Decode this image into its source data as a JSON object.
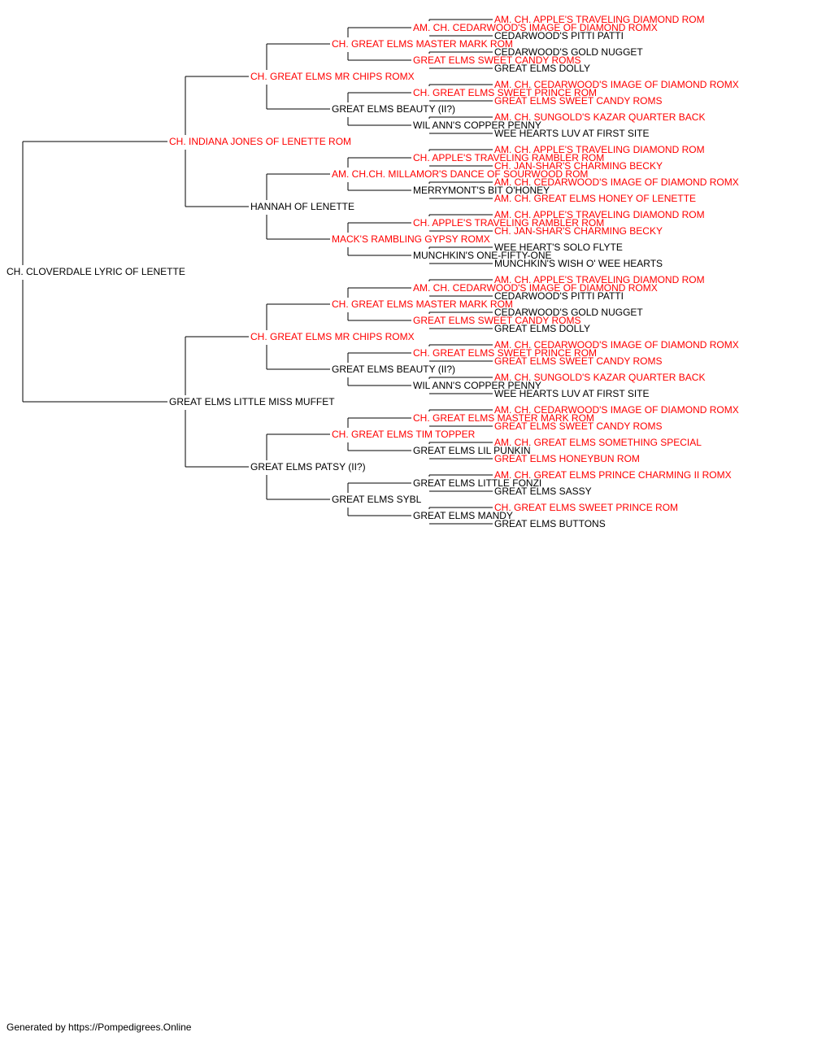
{
  "colors": {
    "champion": "#ff0000",
    "normal": "#000000",
    "line": "#000000"
  },
  "pedigree": {
    "name": "CH. CLOVERDALE LYRIC OF LENETTE",
    "red": false,
    "sire": {
      "name": "CH. INDIANA JONES OF LENETTE ROM",
      "red": true,
      "sire": {
        "name": "CH. GREAT ELMS MR CHIPS ROMX",
        "red": true,
        "sire": {
          "name": "CH. GREAT ELMS MASTER MARK ROM",
          "red": true,
          "sire": {
            "name": "AM. CH. CEDARWOOD'S IMAGE OF DIAMOND ROMX",
            "red": true,
            "sire": {
              "name": "AM. CH. APPLE'S TRAVELING DIAMOND ROM",
              "red": true
            },
            "dam": {
              "name": "CEDARWOOD'S PITTI PATTI",
              "red": false
            }
          },
          "dam": {
            "name": "GREAT ELMS SWEET CANDY ROMS",
            "red": true,
            "sire": {
              "name": "CEDARWOOD'S GOLD NUGGET",
              "red": false
            },
            "dam": {
              "name": "GREAT ELMS DOLLY",
              "red": false
            }
          }
        },
        "dam": {
          "name": "GREAT ELMS BEAUTY (II?)",
          "red": false,
          "sire": {
            "name": "CH. GREAT ELMS SWEET PRINCE ROM",
            "red": true,
            "sire": {
              "name": "AM. CH. CEDARWOOD'S IMAGE OF DIAMOND ROMX",
              "red": true
            },
            "dam": {
              "name": "GREAT ELMS SWEET CANDY ROMS",
              "red": true
            }
          },
          "dam": {
            "name": "WIL ANN'S COPPER PENNY",
            "red": false,
            "sire": {
              "name": "AM. CH. SUNGOLD'S KAZAR QUARTER BACK",
              "red": true
            },
            "dam": {
              "name": "WEE HEARTS LUV AT FIRST SITE",
              "red": false
            }
          }
        }
      },
      "dam": {
        "name": "HANNAH OF LENETTE",
        "red": false,
        "sire": {
          "name": "AM. CH.CH. MILLAMOR'S DANCE OF SOURWOOD ROM",
          "red": true,
          "sire": {
            "name": "CH. APPLE'S TRAVELING RAMBLER ROM",
            "red": true,
            "sire": {
              "name": "AM. CH. APPLE'S TRAVELING DIAMOND ROM",
              "red": true
            },
            "dam": {
              "name": "CH. JAN-SHAR'S CHARMING BECKY",
              "red": true
            }
          },
          "dam": {
            "name": "MERRYMONT'S BIT O'HONEY",
            "red": false,
            "sire": {
              "name": "AM. CH. CEDARWOOD'S IMAGE OF DIAMOND ROMX",
              "red": true
            },
            "dam": {
              "name": "AM. CH. GREAT ELMS HONEY OF LENETTE",
              "red": true
            }
          }
        },
        "dam": {
          "name": "MACK'S RAMBLING GYPSY ROMX",
          "red": true,
          "sire": {
            "name": "CH. APPLE'S TRAVELING RAMBLER ROM",
            "red": true,
            "sire": {
              "name": "AM. CH. APPLE'S TRAVELING DIAMOND ROM",
              "red": true
            },
            "dam": {
              "name": "CH. JAN-SHAR'S CHARMING BECKY",
              "red": true
            }
          },
          "dam": {
            "name": "MUNCHKIN'S ONE-FIFTY-ONE",
            "red": false,
            "sire": {
              "name": "WEE HEART'S SOLO FLYTE",
              "red": false
            },
            "dam": {
              "name": "MUNCHKIN'S WISH O' WEE HEARTS",
              "red": false
            }
          }
        }
      }
    },
    "dam": {
      "name": "GREAT ELMS LITTLE MISS MUFFET",
      "red": false,
      "sire": {
        "name": "CH. GREAT ELMS MR CHIPS ROMX",
        "red": true,
        "sire": {
          "name": "CH. GREAT ELMS MASTER MARK ROM",
          "red": true,
          "sire": {
            "name": "AM. CH. CEDARWOOD'S IMAGE OF DIAMOND ROMX",
            "red": true,
            "sire": {
              "name": "AM. CH. APPLE'S TRAVELING DIAMOND ROM",
              "red": true
            },
            "dam": {
              "name": "CEDARWOOD'S PITTI PATTI",
              "red": false
            }
          },
          "dam": {
            "name": "GREAT ELMS SWEET CANDY ROMS",
            "red": true,
            "sire": {
              "name": "CEDARWOOD'S GOLD NUGGET",
              "red": false
            },
            "dam": {
              "name": "GREAT ELMS DOLLY",
              "red": false
            }
          }
        },
        "dam": {
          "name": "GREAT ELMS BEAUTY (II?)",
          "red": false,
          "sire": {
            "name": "CH. GREAT ELMS SWEET PRINCE ROM",
            "red": true,
            "sire": {
              "name": "AM. CH. CEDARWOOD'S IMAGE OF DIAMOND ROMX",
              "red": true
            },
            "dam": {
              "name": "GREAT ELMS SWEET CANDY ROMS",
              "red": true
            }
          },
          "dam": {
            "name": "WIL ANN'S COPPER PENNY",
            "red": false,
            "sire": {
              "name": "AM. CH. SUNGOLD'S KAZAR QUARTER BACK",
              "red": true
            },
            "dam": {
              "name": "WEE HEARTS LUV AT FIRST SITE",
              "red": false
            }
          }
        }
      },
      "dam": {
        "name": "GREAT ELMS PATSY (II?)",
        "red": false,
        "sire": {
          "name": "CH. GREAT ELMS TIM TOPPER",
          "red": true,
          "sire": {
            "name": "CH. GREAT ELMS MASTER MARK ROM",
            "red": true,
            "sire": {
              "name": "AM. CH. CEDARWOOD'S IMAGE OF DIAMOND ROMX",
              "red": true
            },
            "dam": {
              "name": "GREAT ELMS SWEET CANDY ROMS",
              "red": true
            }
          },
          "dam": {
            "name": "GREAT ELMS LIL PUNKIN",
            "red": false,
            "sire": {
              "name": "AM. CH. GREAT ELMS SOMETHING SPECIAL",
              "red": true
            },
            "dam": {
              "name": "GREAT ELMS HONEYBUN ROM",
              "red": true
            }
          }
        },
        "dam": {
          "name": "GREAT ELMS SYBL",
          "red": false,
          "sire": {
            "name": "GREAT ELMS LITTLE FONZI",
            "red": false,
            "sire": {
              "name": "AM. CH. GREAT ELMS PRINCE CHARMING II ROMX",
              "red": true
            },
            "dam": {
              "name": "GREAT ELMS SASSY",
              "red": false
            }
          },
          "dam": {
            "name": "GREAT ELMS MANDY",
            "red": false,
            "sire": {
              "name": "CH. GREAT ELMS SWEET PRINCE ROM",
              "red": true
            },
            "dam": {
              "name": "GREAT ELMS BUTTONS",
              "red": false
            }
          }
        }
      }
    }
  },
  "footer": {
    "text": "Generated by https://Pompedigrees.Online"
  }
}
